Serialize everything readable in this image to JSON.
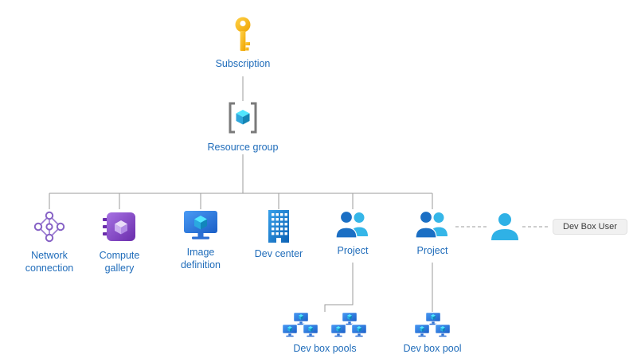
{
  "diagram": {
    "nodes": {
      "subscription": {
        "label": "Subscription"
      },
      "resource_group": {
        "label": "Resource group"
      },
      "network_connection": {
        "label": "Network connection"
      },
      "compute_gallery": {
        "label": "Compute gallery"
      },
      "image_definition": {
        "label": "Image definition"
      },
      "dev_center": {
        "label": "Dev center"
      },
      "project_1": {
        "label": "Project"
      },
      "project_2": {
        "label": "Project"
      },
      "dev_box_user": {
        "label": "Dev Box User"
      },
      "dev_box_pools": {
        "label": "Dev box pools"
      },
      "dev_box_pool": {
        "label": "Dev box pool"
      }
    },
    "edges": [
      {
        "from": "subscription",
        "to": "resource_group",
        "style": "solid"
      },
      {
        "from": "resource_group",
        "to": "network_connection",
        "style": "solid"
      },
      {
        "from": "resource_group",
        "to": "compute_gallery",
        "style": "solid"
      },
      {
        "from": "resource_group",
        "to": "image_definition",
        "style": "solid"
      },
      {
        "from": "resource_group",
        "to": "dev_center",
        "style": "solid"
      },
      {
        "from": "resource_group",
        "to": "project_1",
        "style": "solid"
      },
      {
        "from": "resource_group",
        "to": "project_2",
        "style": "solid"
      },
      {
        "from": "project_1",
        "to": "dev_box_pools",
        "style": "solid"
      },
      {
        "from": "project_2",
        "to": "dev_box_pool",
        "style": "solid"
      },
      {
        "from": "project_2",
        "to": "dev_box_user",
        "style": "dashed"
      }
    ],
    "colors": {
      "label_text": "#1f6cba",
      "connector": "#9b9b9b",
      "key_gold": "#ffb900",
      "bracket_gray": "#7a7a7a",
      "purple": "#8661c5",
      "purple_dark": "#6a2cab",
      "screen_blue": "#1a5ec6",
      "building_blue": "#0d62b4",
      "cube_cyan_top": "#50e6ff",
      "cube_cyan_mid": "#2aa9e0",
      "cube_cyan_dark": "#1186bb",
      "person_blue": "#1b6fc4",
      "person_cyan": "#2fb1e6",
      "badge_bg": "#f1f1f1",
      "badge_text": "#3b3b3b"
    }
  }
}
